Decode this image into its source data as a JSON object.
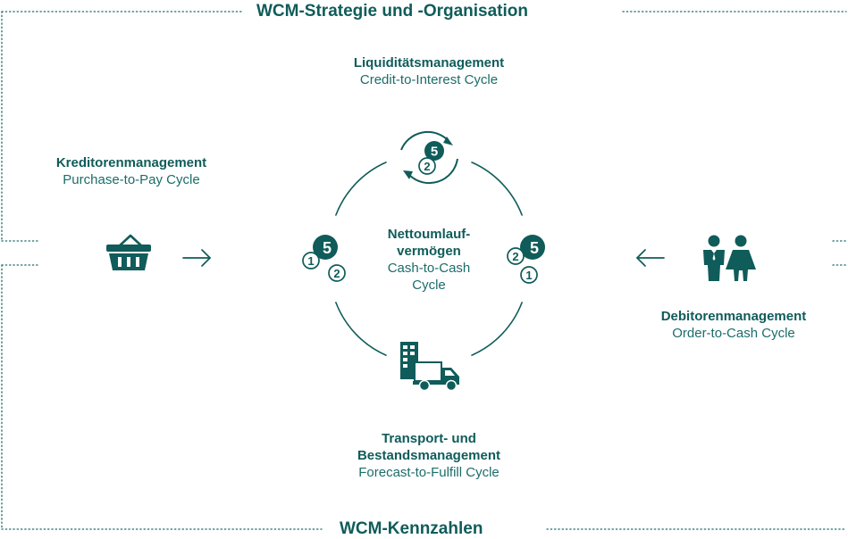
{
  "colors": {
    "primary": "#0f5c5a",
    "frame_dots": "#1b6d6a",
    "background": "#ffffff"
  },
  "frame": {
    "top_title": "WCM-Strategie und -Organisation",
    "bottom_title": "WCM-Kennzahlen"
  },
  "center": {
    "title_line1": "Nettoumlauf-",
    "title_line2": "vermögen",
    "subtitle_line1": "Cash-to-Cash",
    "subtitle_line2": "Cycle"
  },
  "liquidity": {
    "title": "Liquiditätsmanagement",
    "subtitle": "Credit-to-Interest Cycle",
    "icon": "refresh-cycle-icon"
  },
  "creditors": {
    "title": "Kreditorenmanagement",
    "subtitle": "Purchase-to-Pay Cycle",
    "icon": "shopping-basket-icon"
  },
  "debtors": {
    "title": "Debitorenmanagement",
    "subtitle": "Order-to-Cash Cycle",
    "icon": "customers-icon"
  },
  "transport": {
    "title_line1": "Transport- und",
    "title_line2": "Bestandsmanagement",
    "subtitle": "Forecast-to-Fulfill Cycle",
    "icon": "building-truck-icon"
  },
  "badges": {
    "big": "5",
    "one": "1",
    "two": "2"
  }
}
